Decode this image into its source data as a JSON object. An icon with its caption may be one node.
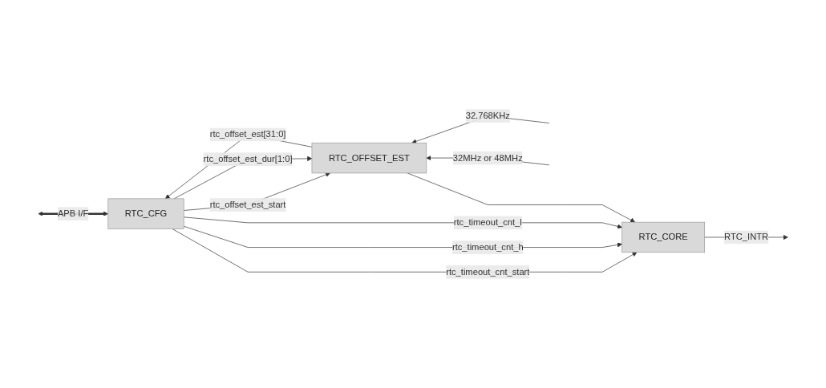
{
  "diagram": {
    "nodes": [
      {
        "text": [
          "RTC_CFG"
        ]
      },
      {
        "text": [
          "RTC_CORE"
        ]
      },
      {
        "text": [
          "RTC_OFFSET_EST"
        ]
      }
    ],
    "edges": [
      {
        "from": null,
        "to": 0,
        "arrow": "both",
        "label": "APB I/F",
        "style": "thick"
      },
      {
        "from": 0,
        "to": 2,
        "arrow": "to",
        "label": "rtc_offset_est_start"
      },
      {
        "from": 0,
        "to": 2,
        "arrow": "to",
        "label": "rtc_offset_est_dur[1:0]"
      },
      {
        "from": 2,
        "to": 0,
        "arrow": "to",
        "label": "rtc_offset_est[31:0]"
      },
      {
        "from": 0,
        "to": 1,
        "arrow": "to",
        "label": "rtc_timeout_cnt_start"
      },
      {
        "from": 0,
        "to": 1,
        "arrow": "to",
        "label": "rtc_timeout_cnt_h"
      },
      {
        "from": 0,
        "to": 1,
        "arrow": "to",
        "label": "rtc_timeout_cnt_l"
      },
      {
        "from": 2,
        "to": 1,
        "arrow": "to"
      },
      {
        "from": 1,
        "to": null,
        "arrow": "to",
        "label": "RTC_INTR"
      },
      {
        "from": null,
        "to": 2,
        "arrow": "to",
        "label": "32.768KHz"
      },
      {
        "from": null,
        "to": 2,
        "arrow": "to",
        "label": "32MHz or 48MHz"
      }
    ]
  }
}
